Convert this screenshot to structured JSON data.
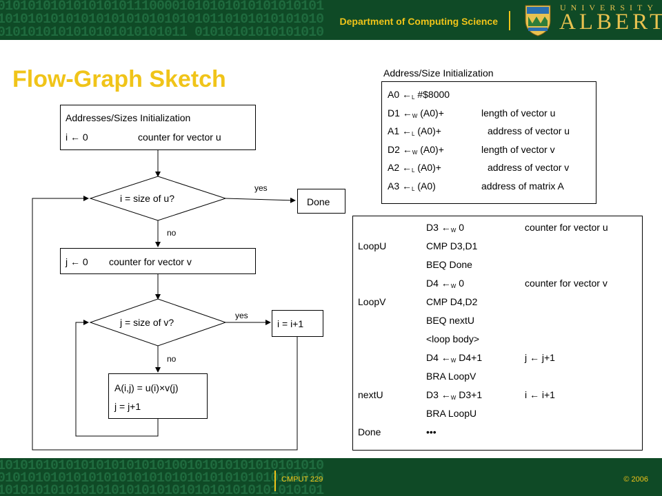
{
  "header": {
    "department": "Department of Computing Science",
    "university": "UNIVERSITY OF",
    "name": "ALBERTA"
  },
  "footer": {
    "course": "CMPUT 229",
    "copyright": "© 2006"
  },
  "slide_title": "Flow-Graph Sketch",
  "flow": {
    "init_line1": "Addresses/Sizes Initialization",
    "init_i": "i ← 0",
    "init_i_comment": "counter for vector u",
    "decision_u": "i = size of u?",
    "yes1": "yes",
    "no1": "no",
    "done": "Done",
    "init_j": "j ← 0",
    "init_j_comment": "counter for vector v",
    "decision_v": "j = size of v?",
    "yes2": "yes",
    "no2": "no",
    "incr_i": "i = i+1",
    "body_line1": "A(i,j) = u(i)×v(j)",
    "body_line2": "j = j+1"
  },
  "addr_init": {
    "heading": "Address/Size Initialization",
    "rows": [
      {
        "reg": "A0",
        "size": "L",
        "src": "#$8000",
        "comment": ""
      },
      {
        "reg": "D1",
        "size": "W",
        "src": "(A0)+",
        "comment": "length of vector u"
      },
      {
        "reg": "A1",
        "size": "L",
        "src": "(A0)+",
        "comment": "address of vector u"
      },
      {
        "reg": "D2",
        "size": "W",
        "src": "(A0)+",
        "comment": "length of vector v"
      },
      {
        "reg": "A2",
        "size": "L",
        "src": "(A0)+",
        "comment": "address of vector v"
      },
      {
        "reg": "A3",
        "size": "L",
        "src": "(A0)",
        "comment": "address of matrix A"
      }
    ]
  },
  "code": {
    "arrow": "←",
    "rows": [
      {
        "label": "",
        "instr": "D3",
        "size": "W",
        "rest": "0",
        "comment": "counter for vector u"
      },
      {
        "label": "LoopU",
        "instr": "CMP D3,D1",
        "size": "",
        "rest": "",
        "comment": ""
      },
      {
        "label": "",
        "instr": "BEQ Done",
        "size": "",
        "rest": "",
        "comment": ""
      },
      {
        "label": "",
        "instr": "D4",
        "size": "W",
        "rest": "0",
        "comment": "counter for vector v"
      },
      {
        "label": "LoopV",
        "instr": "CMP D4,D2",
        "size": "",
        "rest": "",
        "comment": ""
      },
      {
        "label": "",
        "instr": "BEQ nextU",
        "size": "",
        "rest": "",
        "comment": ""
      },
      {
        "label": "",
        "instr": "<loop body>",
        "size": "",
        "rest": "",
        "comment": ""
      },
      {
        "label": "",
        "instr": "D4",
        "size": "W",
        "rest": "D4+1",
        "comment": "j ← j+1"
      },
      {
        "label": "",
        "instr": "BRA  LoopV",
        "size": "",
        "rest": "",
        "comment": ""
      },
      {
        "label": "nextU",
        "instr": "D3",
        "size": "W",
        "rest": "D3+1",
        "comment": "i ← i+1"
      },
      {
        "label": "",
        "instr": "BRA LoopU",
        "size": "",
        "rest": "",
        "comment": ""
      },
      {
        "label": "Done",
        "instr": "•••",
        "size": "",
        "rest": "",
        "comment": ""
      }
    ]
  },
  "colors": {
    "band": "#0f4a26",
    "accent": "#f0c419"
  }
}
